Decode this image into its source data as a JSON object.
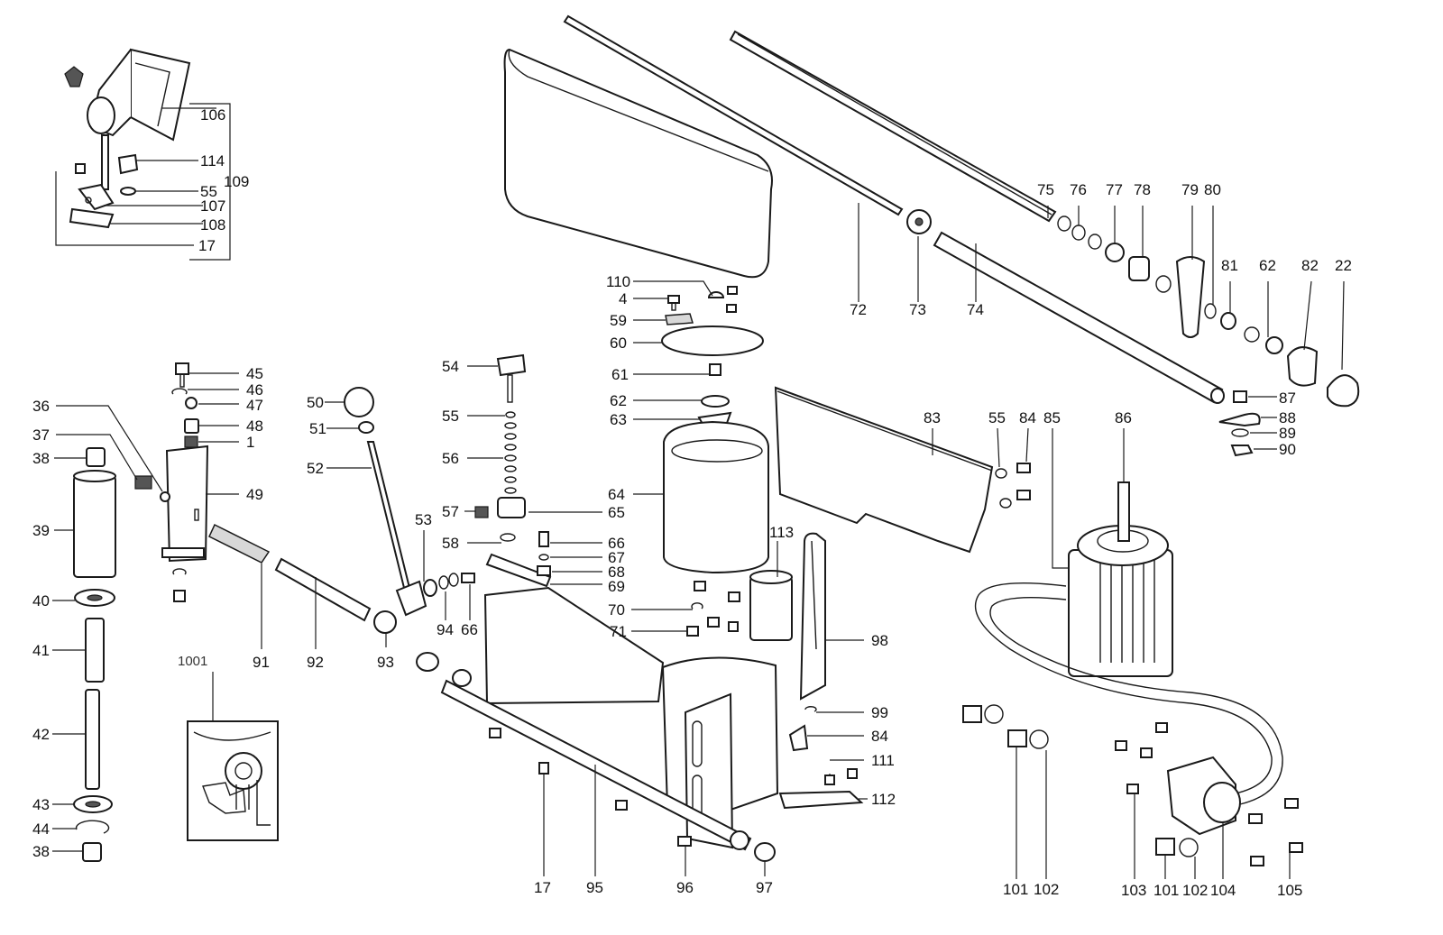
{
  "diagram": {
    "inset_label": "1001",
    "part_numbers": [
      "106",
      "114",
      "109",
      "55",
      "107",
      "108",
      "17",
      "45",
      "46",
      "47",
      "48",
      "1",
      "49",
      "36",
      "37",
      "38",
      "39",
      "40",
      "41",
      "42",
      "43",
      "44",
      "38",
      "50",
      "51",
      "52",
      "91",
      "92",
      "93",
      "53",
      "94",
      "66",
      "54",
      "55",
      "56",
      "57",
      "58",
      "65",
      "66",
      "67",
      "68",
      "69",
      "110",
      "4",
      "59",
      "60",
      "61",
      "62",
      "63",
      "64",
      "70",
      "71",
      "72",
      "73",
      "74",
      "75",
      "76",
      "77",
      "78",
      "79",
      "80",
      "81",
      "62",
      "82",
      "22",
      "87",
      "88",
      "89",
      "90",
      "83",
      "55",
      "84",
      "85",
      "86",
      "113",
      "98",
      "99",
      "84",
      "111",
      "112",
      "17",
      "95",
      "96",
      "97",
      "101",
      "102",
      "103",
      "101",
      "102",
      "104",
      "105"
    ]
  }
}
